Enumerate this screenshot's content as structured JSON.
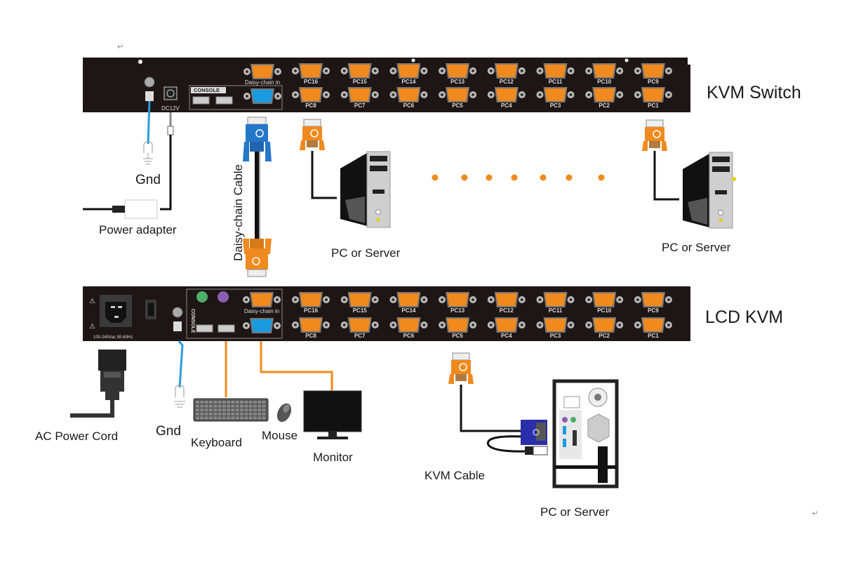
{
  "diagram": {
    "title_marks": {
      "return_top": "↵",
      "return_bottom": "↵"
    },
    "kvm_switch": {
      "title": "KVM  Switch",
      "console_label": "CONSOLE",
      "daisy_chain_in_label": "Daisy-chain in",
      "dc_label": "DC12V",
      "ports_top": [
        "PC16",
        "PC15",
        "PC14",
        "PC13",
        "PC12",
        "PC11",
        "PC10",
        "PC9"
      ],
      "ports_bottom": [
        "PC8",
        "PC7",
        "PC6",
        "PC5",
        "PC4",
        "PC3",
        "PC2",
        "PC1"
      ]
    },
    "lcd_kvm": {
      "title": "LCD KVM",
      "console_label": "CONSOLE",
      "daisy_chain_in_label": "Daisy-chain in",
      "power_rating": "100-240Vac 50-60Hz",
      "ports_top": [
        "PC16",
        "PC15",
        "PC14",
        "PC13",
        "PC12",
        "PC11",
        "PC10",
        "PC9"
      ],
      "ports_bottom": [
        "PC8",
        "PC7",
        "PC6",
        "PC5",
        "PC4",
        "PC3",
        "PC2",
        "PC1"
      ]
    },
    "labels": {
      "gnd_top": "Gnd",
      "power_adapter": "Power adapter",
      "daisy_chain_cable": "Daisy-chain Cable",
      "pc_server_1": "PC or Server",
      "pc_server_2": "PC or Server",
      "pc_server_3": "PC or Server",
      "ac_power_cord": "AC Power Cord",
      "gnd_bottom": "Gnd",
      "keyboard": "Keyboard",
      "mouse": "Mouse",
      "monitor": "Monitor",
      "kvm_cable": "KVM Cable"
    },
    "colors": {
      "panel": "#1e1614",
      "port_orange": "#f08a1e",
      "port_blue": "#1a9be0",
      "ground_wire": "#2a9be0",
      "console_wire": "#f08a1e",
      "ellipsis_dot": "#f08a1e",
      "cable_black": "#111111"
    },
    "ellipsis_dot_count": 7
  }
}
